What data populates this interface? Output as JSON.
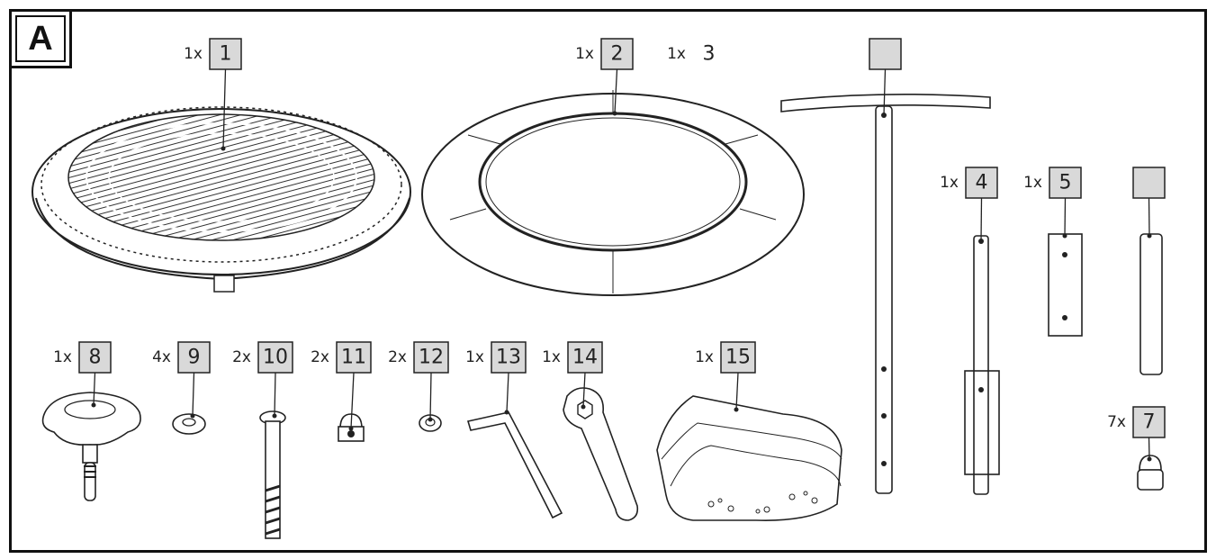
{
  "section": "A",
  "callouts": [
    {
      "id": "1",
      "qty": "1x",
      "num": "1"
    },
    {
      "id": "2",
      "qty": "1x",
      "num": "2"
    },
    {
      "id": "3",
      "qty": "1x",
      "num": "3"
    },
    {
      "id": "pole",
      "qty": "",
      "num": ""
    },
    {
      "id": "4",
      "qty": "1x",
      "num": "4"
    },
    {
      "id": "5",
      "qty": "1x",
      "num": "5"
    },
    {
      "id": "6",
      "qty": "",
      "num": ""
    },
    {
      "id": "7",
      "qty": "7x",
      "num": "7"
    },
    {
      "id": "8",
      "qty": "1x",
      "num": "8"
    },
    {
      "id": "9",
      "qty": "4x",
      "num": "9"
    },
    {
      "id": "10",
      "qty": "2x",
      "num": "10"
    },
    {
      "id": "11",
      "qty": "2x",
      "num": "11"
    },
    {
      "id": "12",
      "qty": "2x",
      "num": "12"
    },
    {
      "id": "13",
      "qty": "1x",
      "num": "13"
    },
    {
      "id": "14",
      "qty": "1x",
      "num": "14"
    },
    {
      "id": "15",
      "qty": "1x",
      "num": "15"
    }
  ]
}
